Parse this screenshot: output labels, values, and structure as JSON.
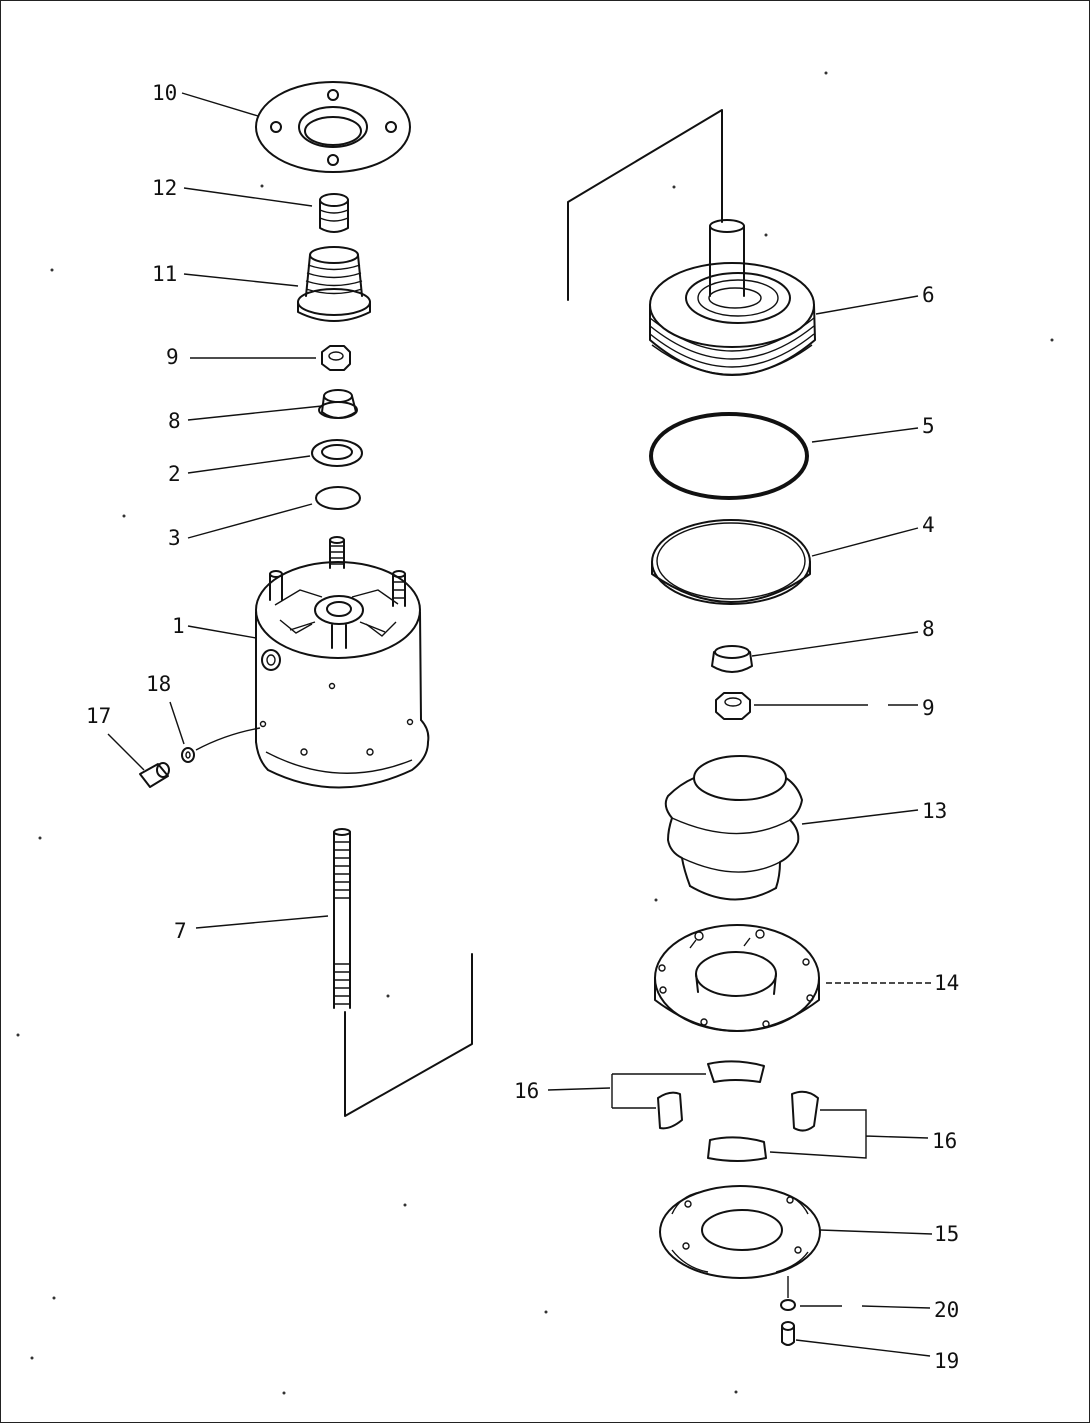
{
  "diagram": {
    "callouts": [
      {
        "id": "c10",
        "text": "10"
      },
      {
        "id": "c12",
        "text": "12"
      },
      {
        "id": "c11",
        "text": "11"
      },
      {
        "id": "c9a",
        "text": "9"
      },
      {
        "id": "c8a",
        "text": "8"
      },
      {
        "id": "c2",
        "text": "2"
      },
      {
        "id": "c3",
        "text": "3"
      },
      {
        "id": "c1",
        "text": "1"
      },
      {
        "id": "c18",
        "text": "18"
      },
      {
        "id": "c17",
        "text": "17"
      },
      {
        "id": "c7",
        "text": "7"
      },
      {
        "id": "c6",
        "text": "6"
      },
      {
        "id": "c5",
        "text": "5"
      },
      {
        "id": "c4",
        "text": "4"
      },
      {
        "id": "c8b",
        "text": "8"
      },
      {
        "id": "c9b",
        "text": "9"
      },
      {
        "id": "c13",
        "text": "13"
      },
      {
        "id": "c14",
        "text": "14"
      },
      {
        "id": "c16a",
        "text": "16"
      },
      {
        "id": "c16b",
        "text": "16"
      },
      {
        "id": "c15",
        "text": "15"
      },
      {
        "id": "c20",
        "text": "20"
      },
      {
        "id": "c19",
        "text": "19"
      }
    ]
  }
}
